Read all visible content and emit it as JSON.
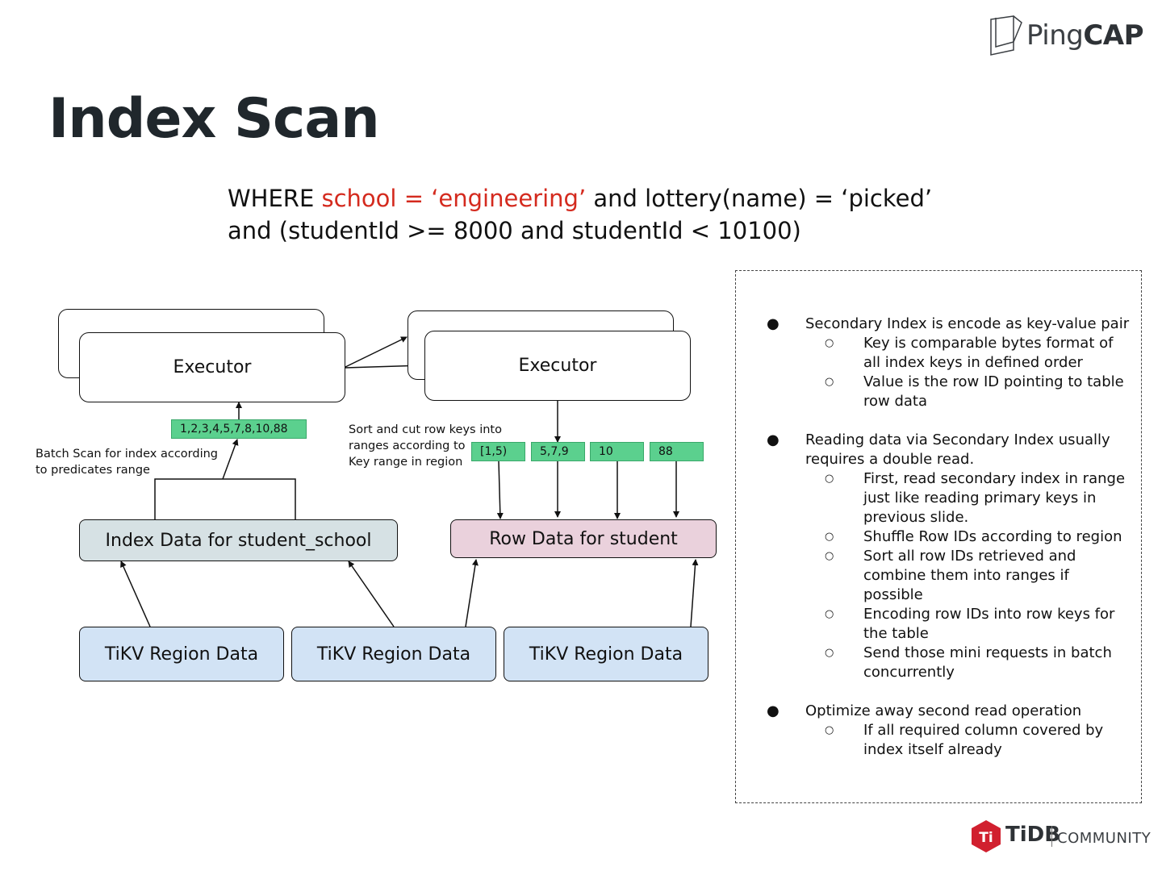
{
  "brand": {
    "pingcap_light": "Ping",
    "pingcap_bold": "CAP",
    "tidb": "TiDB",
    "community": "COMMUNITY",
    "tidb_icon_letter": "Ti",
    "tidb_red": "#d1202f"
  },
  "title": "Index Scan",
  "where_clause": {
    "line1_prefix": "WHERE ",
    "line1_highlight": "school = ‘engineering’",
    "line1_suffix": "  and lottery(name) = ‘picked’",
    "line2": "and (studentId >= 8000 and studentId < 10100)"
  },
  "diagram": {
    "executor_left": "Executor",
    "executor_right": "Executor",
    "index_keys_tag": "1,2,3,4,5,7,8,10,88",
    "batch_scan_note": [
      "Batch Scan for index according",
      "to predicates range"
    ],
    "sort_cut_note": [
      "Sort and cut row keys into",
      "ranges according to",
      "Key range in region"
    ],
    "range_tags": [
      "[1,5)",
      "5,7,9",
      "10",
      "88"
    ],
    "index_data": "Index Data for student_school",
    "row_data": "Row Data for student",
    "tikv_regions": [
      "TiKV Region Data",
      "TiKV Region Data",
      "TiKV Region Data"
    ]
  },
  "info": {
    "bullet_glyph": "●",
    "sub_glyph": "○",
    "lines": [
      "Secondary Index is encode as key-value pair",
      "Key is comparable bytes format of",
      "all index keys in defined order",
      "Value is the row ID pointing to table",
      "row data",
      "Reading data via Secondary Index usually",
      "requires a double read.",
      "First, read secondary index in range",
      "just like reading primary keys in",
      "previous slide.",
      "Shuffle Row IDs according to region",
      "Sort all row IDs retrieved and",
      "combine them into ranges if",
      "possible",
      "Encoding row IDs into row keys for",
      "the table",
      "Send those mini requests in batch",
      "concurrently",
      "Optimize away second read operation",
      "If all required column covered by",
      "index itself already"
    ]
  }
}
